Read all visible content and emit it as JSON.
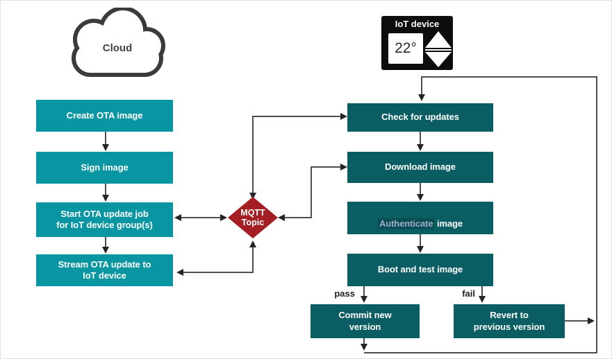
{
  "diagram": {
    "cloud": {
      "label": "Cloud"
    },
    "iot_device": {
      "title": "IoT device",
      "temperature": "22°"
    },
    "cloud_flow": {
      "steps": [
        {
          "label": "Create OTA image"
        },
        {
          "label": "Sign image"
        },
        {
          "label": "Start OTA update job\nfor IoT device group(s)"
        },
        {
          "label": "Stream OTA update to\nIoT device"
        }
      ]
    },
    "broker": {
      "label": "MQTT\nTopic"
    },
    "device_flow": {
      "steps": [
        {
          "label": "Check for updates"
        },
        {
          "label": "Download image"
        },
        {
          "label_highlight": "Authenticate",
          "label_rest": " image"
        },
        {
          "label": "Boot and test image"
        }
      ]
    },
    "branch_labels": {
      "pass": "pass",
      "fail": "fail"
    },
    "outcomes": {
      "pass_box": "Commit new\nversion",
      "fail_box": "Revert to\nprevious version"
    },
    "colors": {
      "cloud_flow_box": "#0996a2",
      "device_flow_box": "#0a5e63",
      "broker_diamond": "#a31f24",
      "connector_line": "#4d4e50",
      "arrowhead": "#242425",
      "device_bg": "#0d0d0d",
      "authenticate_text": "#9fadc9"
    }
  }
}
